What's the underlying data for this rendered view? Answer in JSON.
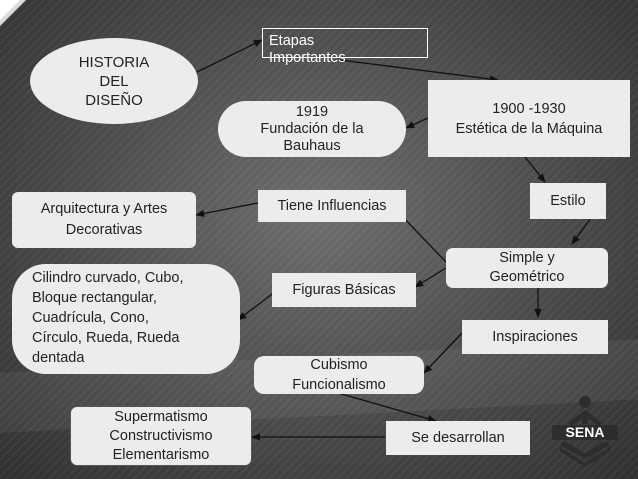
{
  "nodes": {
    "historia": "HISTORIA\nDEL\nDISEÑO",
    "etapas": "Etapas\nImportantes",
    "y1919": "1919\nFundación de la\nBauhaus",
    "y1900": "1900 -1930\nEstética de la Máquina",
    "estilo": "Estilo",
    "influencias": "Tiene Influencias",
    "arquitectura": "Arquitectura y Artes\nDecorativas",
    "simple": "Simple y\nGeométrico",
    "figuras": "Figuras Básicas",
    "cilindro": "Cilindro curvado, Cubo,\nBloque rectangular,\nCuadrícula, Cono,\nCírculo, Rueda, Rueda\ndentada",
    "inspiraciones": "Inspiraciones",
    "cubismo": "Cubismo\nFuncionalismo",
    "desarrollan": "Se desarrollan",
    "supermatismo": "Supermatismo\nConstructivismo\nElementarismo"
  },
  "logo": {
    "text": "SENA",
    "color": "#2d2d2d"
  },
  "colors": {
    "node_fill": "#ececec",
    "line": "#111111",
    "background": "#4a4a4a"
  }
}
